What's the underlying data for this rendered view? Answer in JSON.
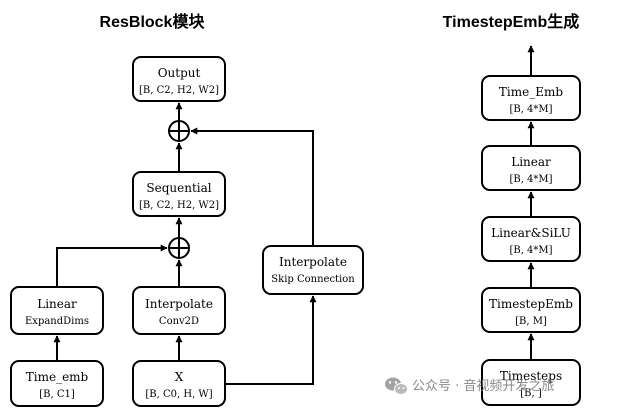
{
  "titles": {
    "left": "ResBlock模块",
    "right": "TimestepEmb生成"
  },
  "resblock": {
    "output": {
      "label": "Output",
      "shape": "[B, C2, H2, W2]"
    },
    "sequential": {
      "label": "Sequential",
      "shape": "[B, C2, H2, W2]"
    },
    "linear": {
      "label": "Linear",
      "sub": "ExpandDims"
    },
    "interp_conv": {
      "label": "Interpolate",
      "sub": "Conv2D"
    },
    "interp_skip": {
      "label": "Interpolate",
      "sub": "Skip Connection"
    },
    "time_emb": {
      "label": "Time_emb",
      "shape": "[B, C1]"
    },
    "x": {
      "label": "X",
      "shape": "[B, C0, H, W]"
    }
  },
  "timestep": {
    "time_emb": {
      "label": "Time_Emb",
      "shape": "[B, 4*M]"
    },
    "linear": {
      "label": "Linear",
      "shape": "[B, 4*M]"
    },
    "linear_silu": {
      "label": "Linear&SiLU",
      "shape": "[B, 4*M]"
    },
    "timestep_emb": {
      "label": "TimestepEmb",
      "shape": "[B, M]"
    },
    "timesteps": {
      "label": "Timesteps",
      "shape": "[B, ]"
    }
  },
  "watermark": {
    "text": "公众号 · 音视频开发之旅",
    "icon": "wechat-icon"
  },
  "colors": {
    "stroke": "#000000",
    "watermark": "#7d7d7d"
  }
}
